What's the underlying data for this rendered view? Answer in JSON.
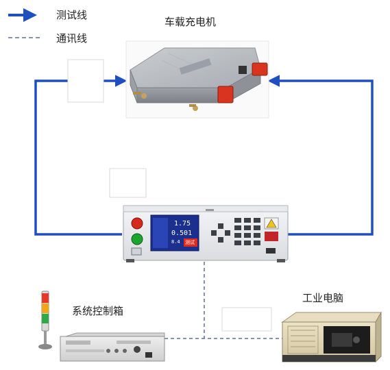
{
  "legend": {
    "test_line_label": "测试线",
    "comm_line_label": "通讯线"
  },
  "nodes": {
    "charger": {
      "label": "车载充电机"
    },
    "control_box": {
      "label": "系统控制箱"
    },
    "industrial_pc": {
      "label": "工业电脑"
    },
    "tester": {
      "readout_1": "1.75",
      "readout_2": "0.501",
      "readout_3": "8.4",
      "button_text": "测试"
    }
  },
  "colors": {
    "test_line": "#1f4fbf",
    "comm_line": "#5b6f9a",
    "panel_screen": "#1b2f8f",
    "red_connector": "#d8341f"
  }
}
